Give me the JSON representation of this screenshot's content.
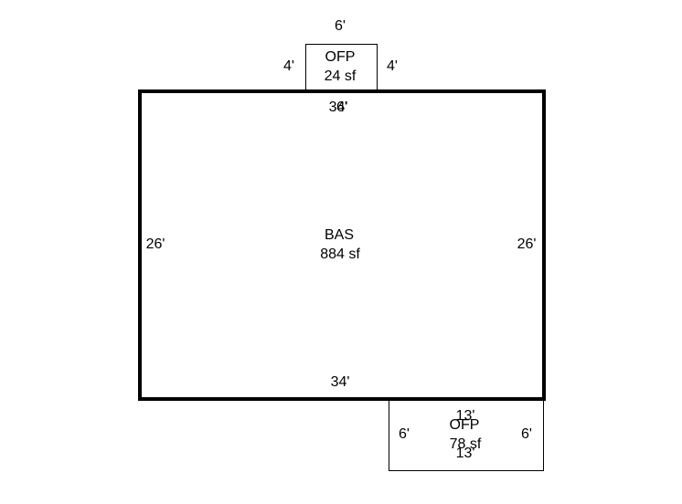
{
  "colors": {
    "background": "#ffffff",
    "line": "#000000"
  },
  "areas": {
    "bas": {
      "code": "BAS",
      "area": "884 sf",
      "dims": {
        "top": "34'",
        "bottom": "34'",
        "left": "26'",
        "right": "26'"
      }
    },
    "ofp_top": {
      "code": "OFP",
      "area": "24 sf",
      "dims": {
        "top": "6'",
        "left": "4'",
        "right": "4'"
      }
    },
    "ofp_bottom": {
      "code": "OFP",
      "area": "78 sf",
      "dims": {
        "top": "13'",
        "bottom": "13'",
        "left": "6'",
        "right": "6'"
      }
    }
  },
  "overlap_label": "6'"
}
